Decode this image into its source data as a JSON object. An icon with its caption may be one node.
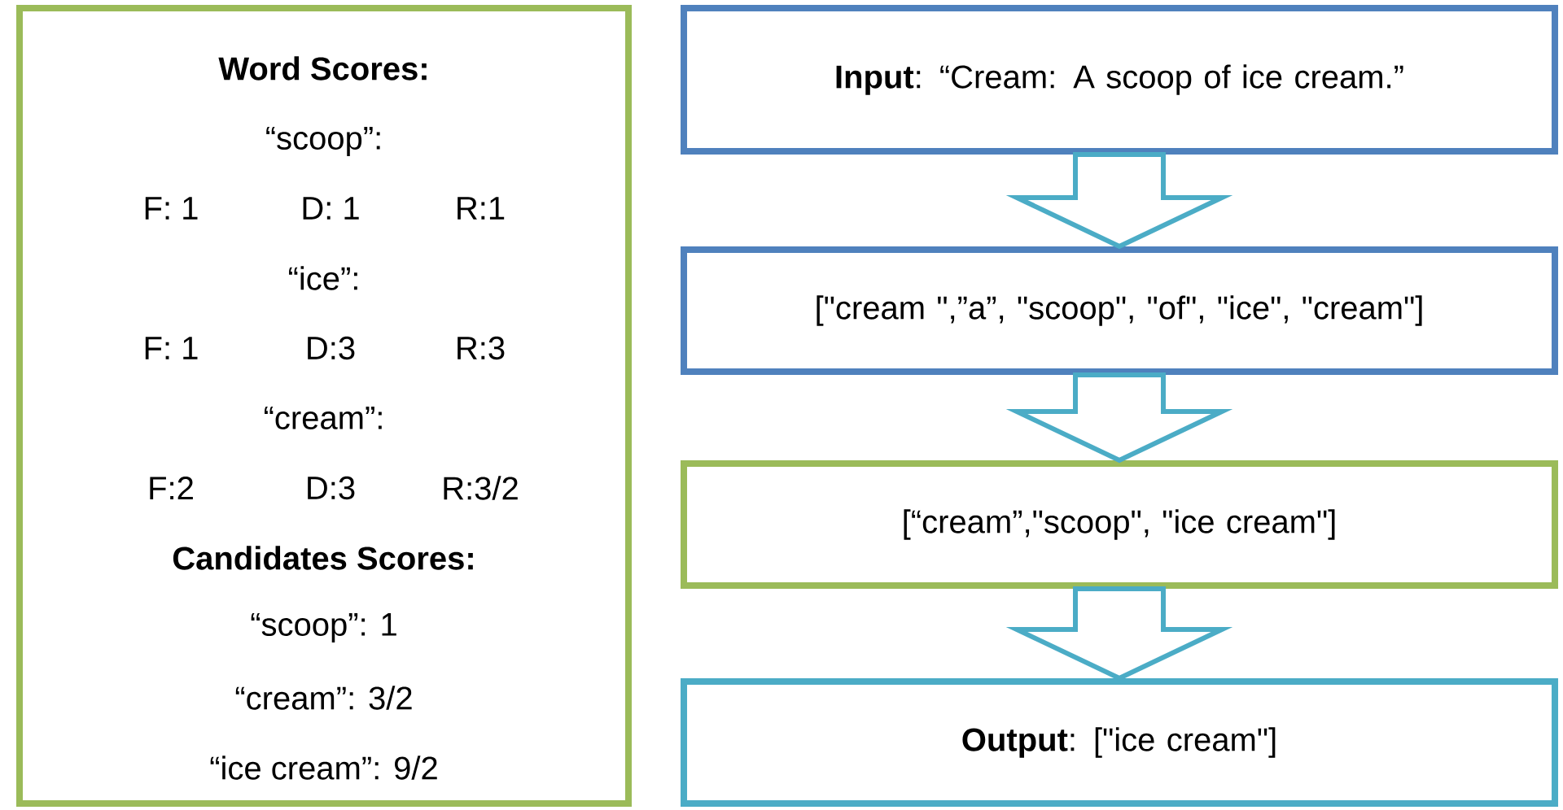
{
  "diagram": {
    "nodes": [
      {
        "text": [
          "Word Scores:",
          "“scoop”:",
          "F: 1",
          "D: 1",
          "R:1",
          "“ice”:",
          "F: 1",
          "D:3",
          "R:3",
          "“cream”:",
          "F:2",
          "D:3",
          "R:3/2",
          "Candidates Scores:",
          "“scoop”: 1",
          "“cream”: 3/2",
          "“ice cream”: 9/2"
        ]
      },
      {
        "text": [
          "**Input**: “Cream: A scoop of ice cream.”"
        ]
      },
      {
        "text": [
          "[\"cream \",”a”, \"scoop\", \"of\", \"ice\", \"cream\"]"
        ]
      },
      {
        "text": [
          "[“cream”,\"scoop\", \"ice cream\"]"
        ]
      },
      {
        "text": [
          "**Output**: [\"ice cream\"]"
        ]
      }
    ],
    "edges": [
      {
        "from": 1,
        "to": 2,
        "arrow": "to"
      },
      {
        "from": 2,
        "to": 3,
        "arrow": "to"
      },
      {
        "from": 3,
        "to": 4,
        "arrow": "to"
      }
    ]
  }
}
